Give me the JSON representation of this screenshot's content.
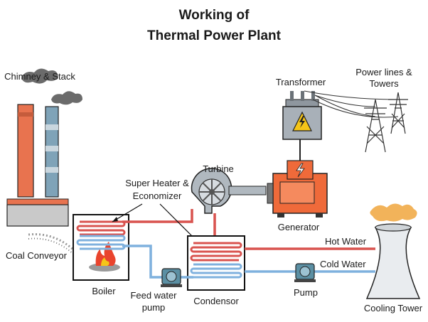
{
  "title": {
    "line1": "Working of",
    "line2": "Thermal Power Plant"
  },
  "labels": {
    "chimney": "Chimney & Stack",
    "transformer": "Transformer",
    "power_lines_1": "Power lines &",
    "power_lines_2": "Towers",
    "turbine": "Turbine",
    "super_heater_1": "Super Heater &",
    "super_heater_2": "Economizer",
    "generator": "Generator",
    "hot_water": "Hot Water",
    "cold_water": "Cold Water",
    "coal_conveyor": "Coal Conveyor",
    "boiler": "Boiler",
    "feed_pump_1": "Feed water",
    "feed_pump_2": "pump",
    "condensor": "Condensor",
    "pump": "Pump",
    "cooling_tower": "Cooling Tower"
  },
  "colors": {
    "hot_pipe": "#d9534f",
    "cold_pipe": "#7fb1de",
    "chimney_orange": "#e8734f",
    "chimney_blue": "#7fa3b8",
    "generator_orange": "#ef6a3a",
    "transformer_gray": "#a8b0b8",
    "hazard_yellow": "#f5c518",
    "steam_orange": "#f2b35a",
    "smoke_gray": "#6b6b6b",
    "pump_teal": "#5b8fa3"
  }
}
